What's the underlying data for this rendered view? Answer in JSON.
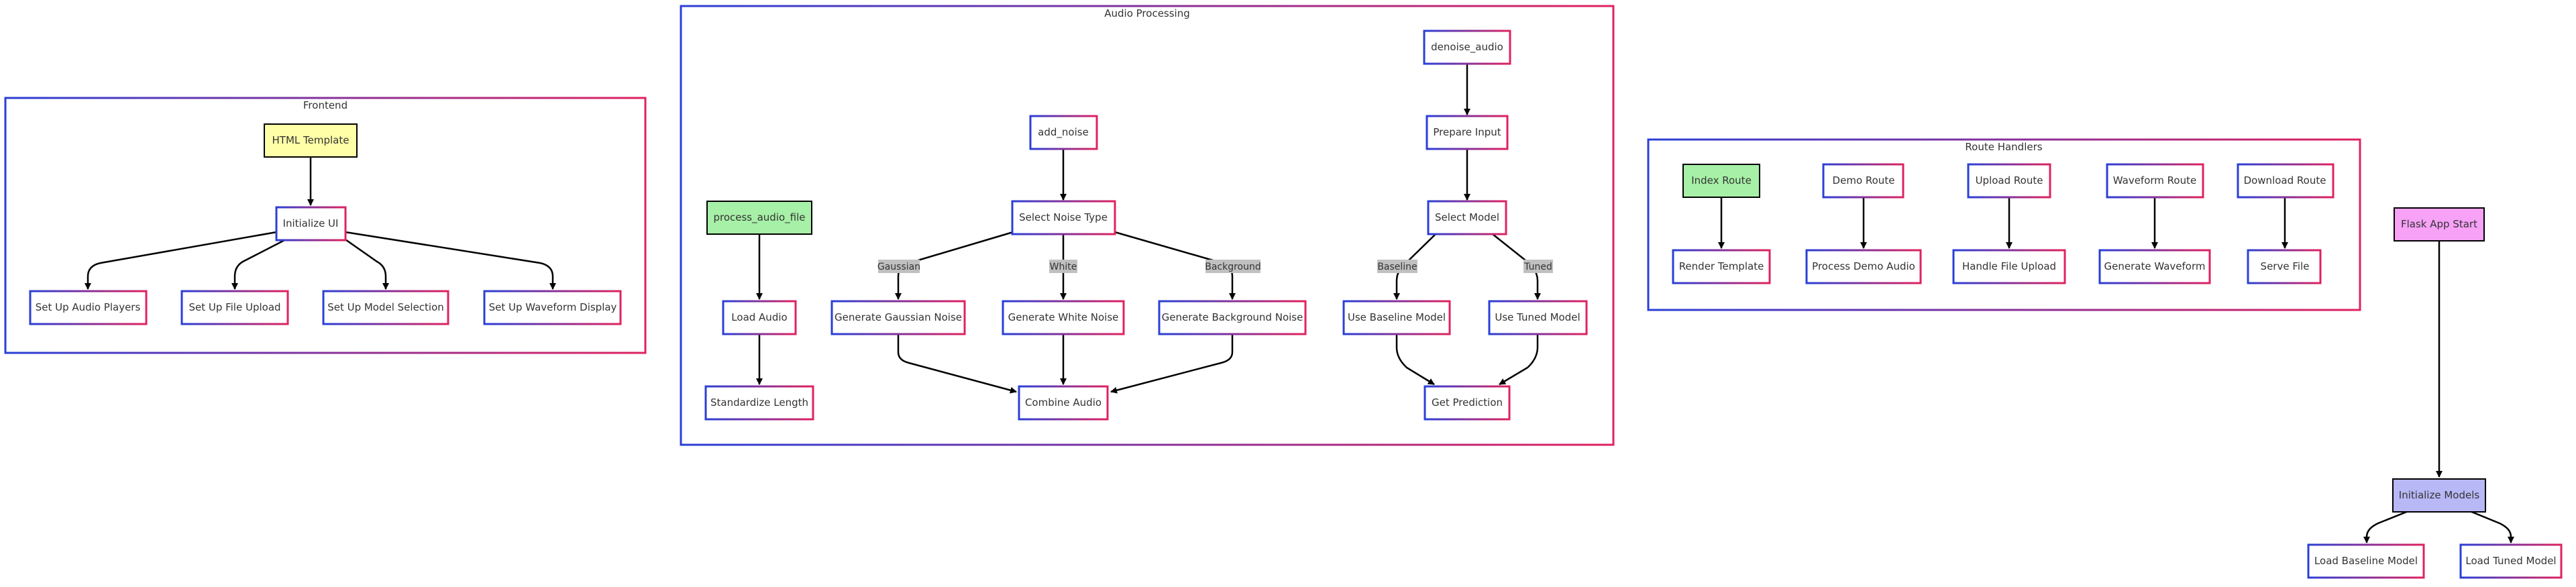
{
  "colors": {
    "border_start": "#2a3fd6",
    "border_end": "#e0225f",
    "node_fill": "#ffffff",
    "edge_label_bg": "#c0c0c0",
    "edge": "#000000",
    "highlight_green": "#a7f0a7",
    "highlight_yellow": "#ffffa8",
    "highlight_pink": "#f7a1f7",
    "highlight_purple": "#b8b8f7"
  },
  "clusters": {
    "frontend": "Frontend",
    "audio": "Audio Processing",
    "routes": "Route Handlers"
  },
  "nodes": {
    "html_template": "HTML Template",
    "init_ui": "Initialize UI",
    "setup_players": "Set Up Audio Players",
    "setup_upload": "Set Up File Upload",
    "setup_model_sel": "Set Up Model Selection",
    "setup_waveform": "Set Up Waveform Display",
    "process_audio_file": "process_audio_file",
    "load_audio": "Load Audio",
    "standardize": "Standardize Length",
    "add_noise": "add_noise",
    "select_noise": "Select Noise Type",
    "gen_gaussian": "Generate Gaussian Noise",
    "gen_white": "Generate White Noise",
    "gen_background": "Generate Background Noise",
    "combine": "Combine Audio",
    "denoise": "denoise_audio",
    "prepare": "Prepare Input",
    "select_model": "Select Model",
    "use_baseline": "Use Baseline Model",
    "use_tuned": "Use Tuned Model",
    "prediction": "Get Prediction",
    "index_route": "Index Route",
    "render_template": "Render Template",
    "demo_route": "Demo Route",
    "process_demo": "Process Demo Audio",
    "upload_route": "Upload Route",
    "handle_upload": "Handle File Upload",
    "waveform_route": "Waveform Route",
    "gen_waveform": "Generate Waveform",
    "download_route": "Download Route",
    "serve_file": "Serve File",
    "flask_start": "Flask App Start",
    "init_models": "Initialize Models",
    "load_baseline": "Load Baseline Model",
    "load_tuned": "Load Tuned Model"
  },
  "edge_labels": {
    "gaussian": "Gaussian",
    "white": "White",
    "background": "Background",
    "baseline": "Baseline",
    "tuned": "Tuned"
  }
}
